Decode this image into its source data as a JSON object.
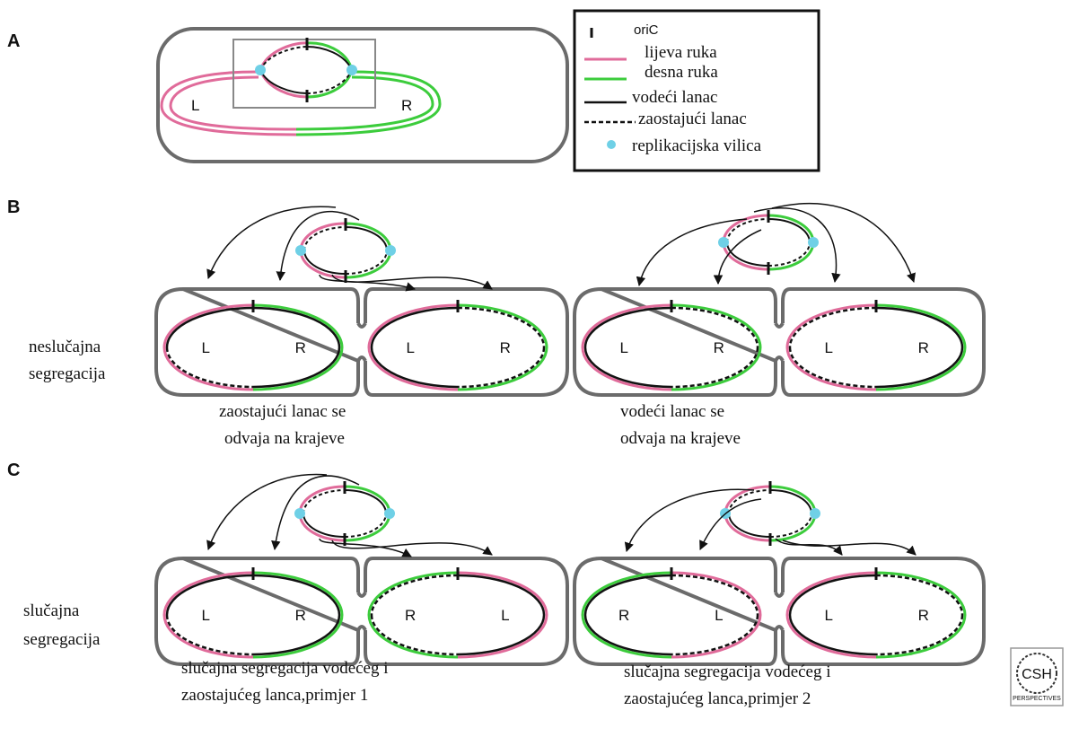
{
  "panels": {
    "a": "A",
    "b": "B",
    "c": "C"
  },
  "arms": {
    "left": "L",
    "right": "R"
  },
  "legend": {
    "oric": "oriC",
    "left_arm": "lijeva ruka",
    "right_arm": "desna ruka",
    "leading": "vodeći lanac",
    "lagging": "zaostajući lanac",
    "fork": "replikacijska vilica"
  },
  "side_labels": {
    "b_line1": "neslučajna",
    "b_line2": "segregacija",
    "c_line1": "slučajna",
    "c_line2": "segregacija"
  },
  "captions": {
    "b1_line1": "zaostajući lanac se",
    "b1_line2": "odvaja na krajeve",
    "b2_line1": "vodeći lanac se",
    "b2_line2": "odvaja na krajeve",
    "c1_line1": "slučajna segregacija vodećeg i",
    "c1_line2": "zaostajućeg lanca,primjer 1",
    "c2_line1": "slučajna segregacija vodećeg i",
    "c2_line2": "zaostajućeg lanca,primjer 2"
  },
  "logo": {
    "text": "CSH",
    "subtext": "PERSPECTIVES"
  },
  "colors": {
    "left_arm": "#e06b9a",
    "right_arm": "#3ccc3c",
    "strand": "#111111",
    "fork": "#6fd0e6",
    "cell_outline": "#6b6b6b"
  }
}
